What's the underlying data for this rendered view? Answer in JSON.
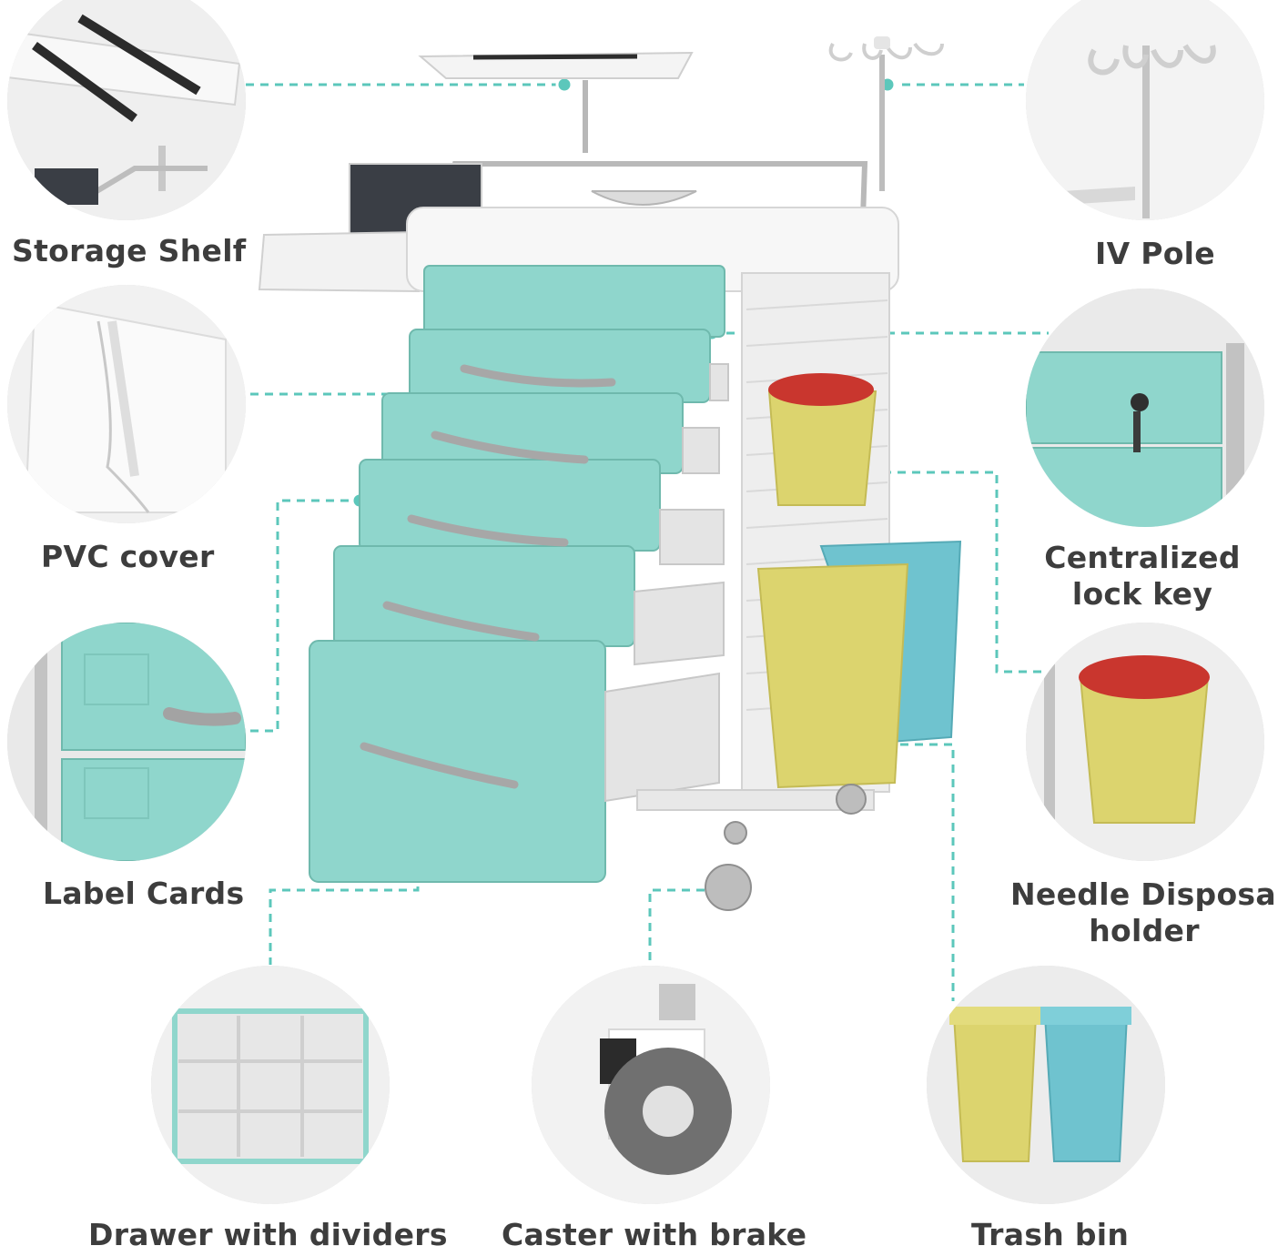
{
  "features": {
    "storage_shelf": "Storage Shelf",
    "iv_pole": "IV Pole",
    "pvc_cover": "PVC cover",
    "lock_key_line1": "Centralized",
    "lock_key_line2": "lock key",
    "label_cards": "Label Cards",
    "needle_line1": "Needle Disposal",
    "needle_line2": "holder",
    "drawer_dividers": "Drawer with dividers",
    "caster_brake": "Caster with brake",
    "trash_bin": "Trash bin"
  },
  "colors": {
    "accent": "#5cc7bb",
    "drawer": "#8fd6cc",
    "text": "#3d3d3d",
    "bin_yellow": "#dcd46e",
    "bin_blue": "#6fc3cf",
    "sharps_red": "#c9362e"
  }
}
